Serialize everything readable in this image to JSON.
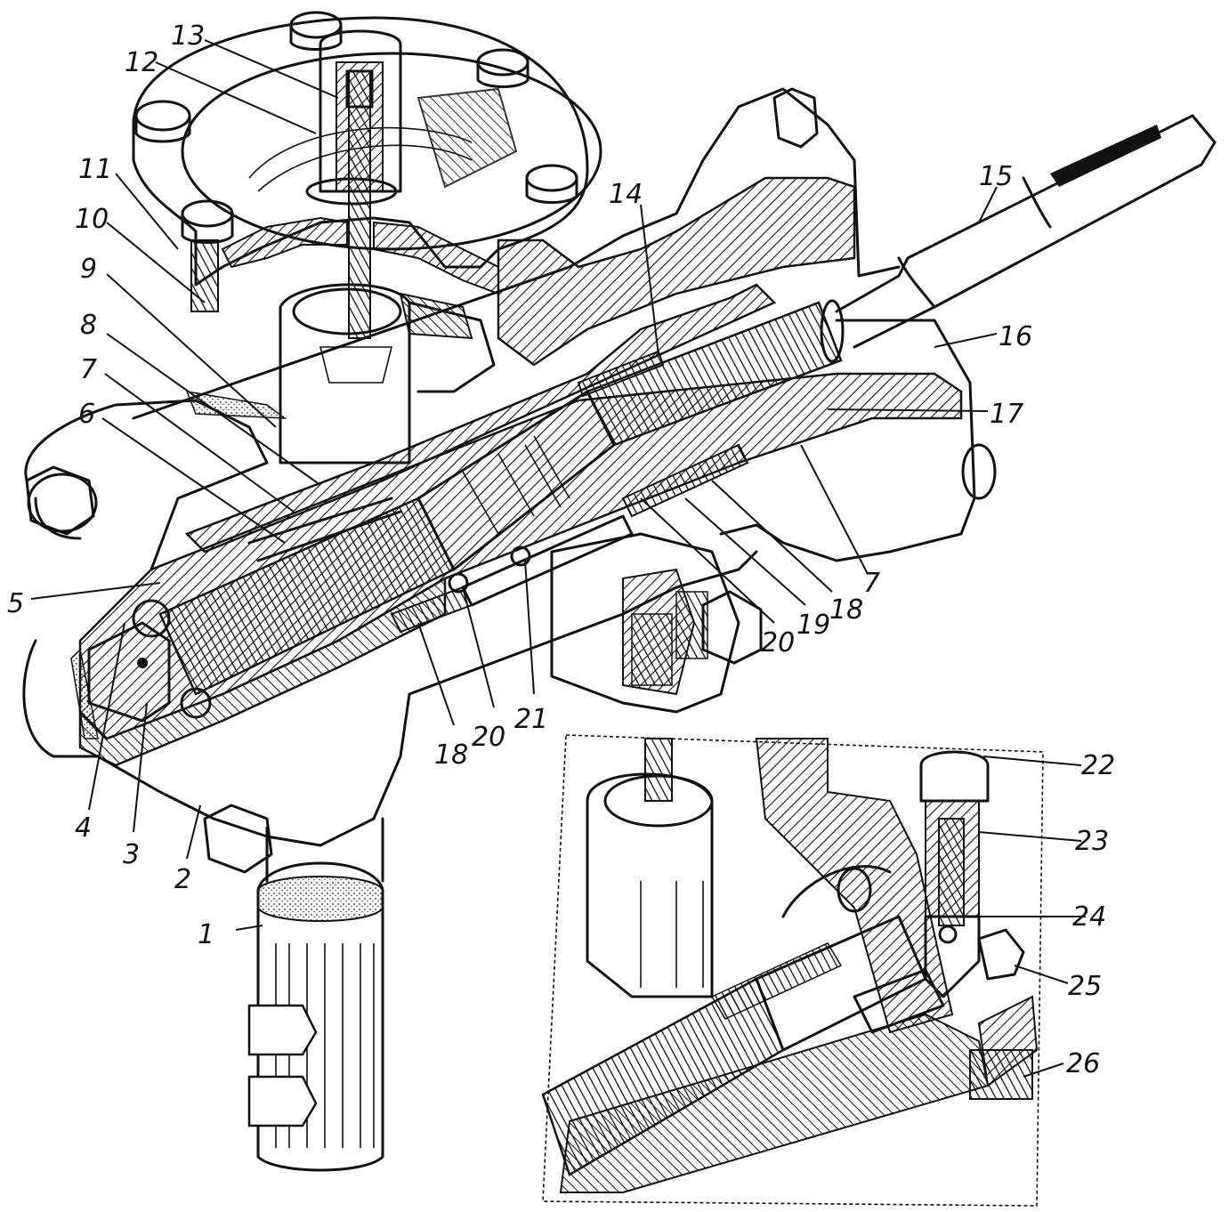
{
  "callouts": [
    {
      "id": "c1",
      "label": "1"
    },
    {
      "id": "c2",
      "label": "2"
    },
    {
      "id": "c3",
      "label": "3"
    },
    {
      "id": "c4",
      "label": "4"
    },
    {
      "id": "c5",
      "label": "5"
    },
    {
      "id": "c6",
      "label": "6"
    },
    {
      "id": "c7a",
      "label": "7"
    },
    {
      "id": "c8",
      "label": "8"
    },
    {
      "id": "c9",
      "label": "9"
    },
    {
      "id": "c10",
      "label": "10"
    },
    {
      "id": "c11",
      "label": "11"
    },
    {
      "id": "c12",
      "label": "12"
    },
    {
      "id": "c13",
      "label": "13"
    },
    {
      "id": "c14",
      "label": "14"
    },
    {
      "id": "c15",
      "label": "15"
    },
    {
      "id": "c16",
      "label": "16"
    },
    {
      "id": "c17",
      "label": "17"
    },
    {
      "id": "c7b",
      "label": "7"
    },
    {
      "id": "c18a",
      "label": "18"
    },
    {
      "id": "c19",
      "label": "19"
    },
    {
      "id": "c20a",
      "label": "20"
    },
    {
      "id": "c21",
      "label": "21"
    },
    {
      "id": "c20b",
      "label": "20"
    },
    {
      "id": "c18b",
      "label": "18"
    },
    {
      "id": "c22",
      "label": "22"
    },
    {
      "id": "c23",
      "label": "23"
    },
    {
      "id": "c24",
      "label": "24"
    },
    {
      "id": "c25",
      "label": "25"
    },
    {
      "id": "c26",
      "label": "26"
    }
  ]
}
